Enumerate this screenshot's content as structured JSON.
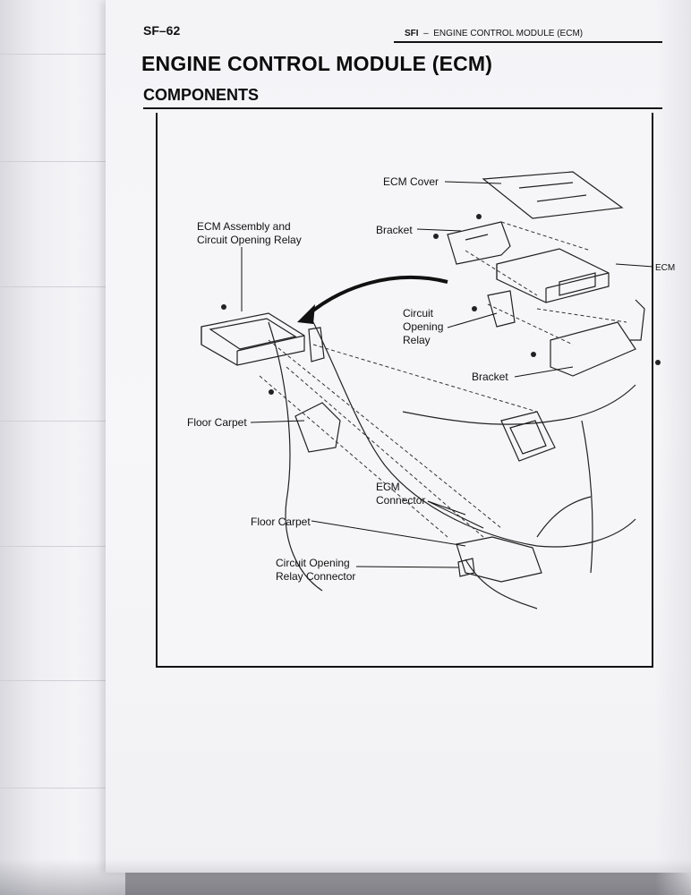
{
  "header": {
    "page_number": "SF–62",
    "section": "SFI",
    "separator": "–",
    "running_title": "ENGINE CONTROL MODULE (ECM)"
  },
  "title": "ENGINE CONTROL MODULE (ECM)",
  "subtitle": "COMPONENTS",
  "figure": {
    "labels": {
      "ecm_cover": "ECM Cover",
      "ecm_assembly_line1": "ECM Assembly and",
      "ecm_assembly_line2": "Circuit Opening Relay",
      "bracket_top": "Bracket",
      "ecm": "ECM",
      "circuit_opening_relay_line1": "Circuit",
      "circuit_opening_relay_line2": "Opening",
      "circuit_opening_relay_line3": "Relay",
      "bracket_bottom": "Bracket",
      "floor_carpet_1": "Floor Carpet",
      "ecm_connector_line1": "ECM",
      "ecm_connector_line2": "Connector",
      "floor_carpet_2": "Floor Carpet",
      "relay_connector_line1": "Circuit Opening",
      "relay_connector_line2": "Relay Connector"
    }
  }
}
